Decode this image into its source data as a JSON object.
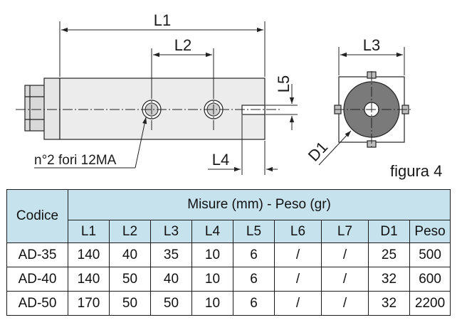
{
  "drawing": {
    "dimensions": [
      "L1",
      "L2",
      "L3",
      "L4",
      "L5",
      "D1"
    ],
    "callout": "n°2 fori 12MA"
  },
  "figure_label": "figura 4",
  "table": {
    "code_header": "Codice",
    "group_header": "Misure (mm) - Peso (gr)",
    "columns": [
      "L1",
      "L2",
      "L3",
      "L4",
      "L5",
      "L6",
      "L7",
      "D1",
      "Peso"
    ],
    "rows": [
      {
        "code": "AD-35",
        "values": [
          "140",
          "40",
          "35",
          "10",
          "6",
          "/",
          "/",
          "25",
          "500"
        ]
      },
      {
        "code": "AD-40",
        "values": [
          "140",
          "50",
          "40",
          "10",
          "6",
          "/",
          "/",
          "32",
          "600"
        ]
      },
      {
        "code": "AD-50",
        "values": [
          "170",
          "50",
          "50",
          "10",
          "6",
          "/",
          "/",
          "32",
          "2200"
        ]
      }
    ]
  }
}
